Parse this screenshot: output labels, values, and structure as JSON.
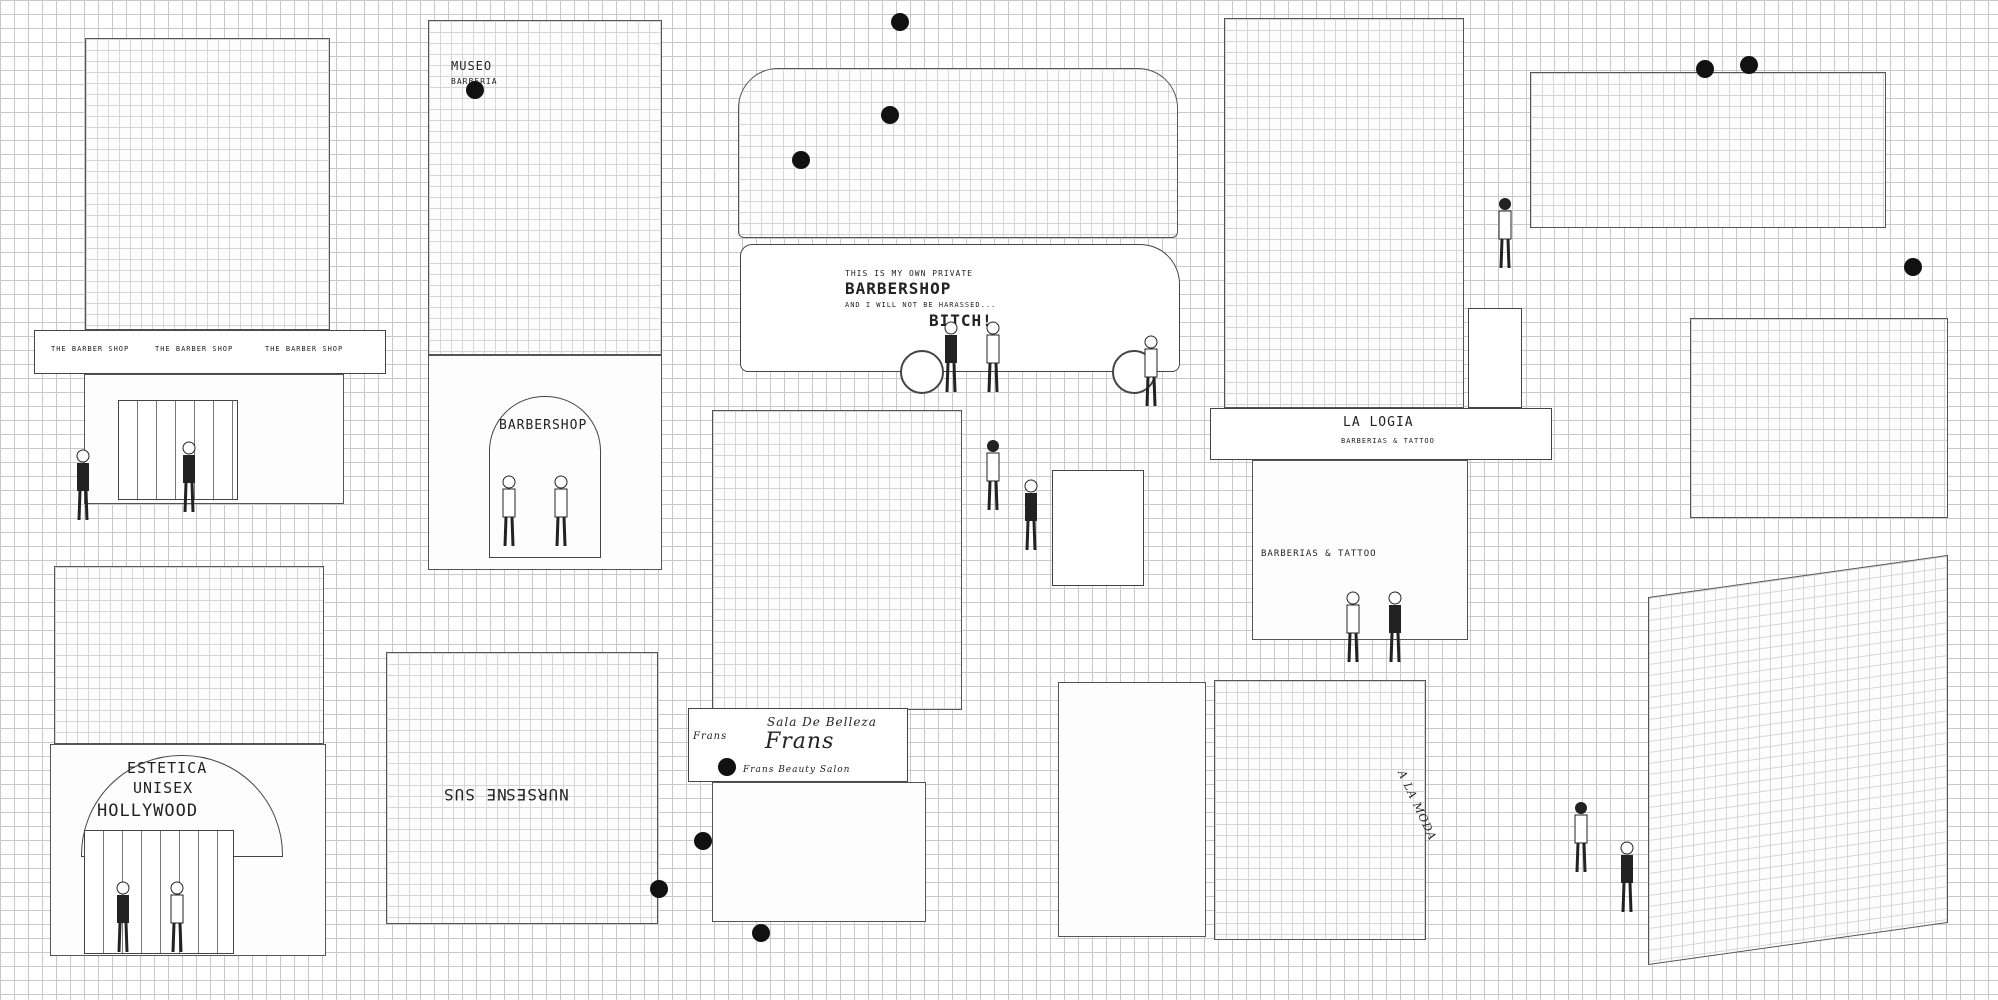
{
  "scene": {
    "colors": {
      "ink": "#222222",
      "grid": "#c8c8c8",
      "paper": "#ffffff",
      "marker": "#111111"
    }
  },
  "signs": {
    "the_barber_shop": "THE BARBER SHOP",
    "museo": "MUSEO",
    "barberia": "BARBERIA",
    "barbershop_arch": "BARBERSHOP",
    "van_line1": "THIS IS MY OWN PRIVATE",
    "van_line2": "BARBERSHOP",
    "van_line3": "AND I WILL NOT BE HARASSED...",
    "van_line4": "BITCH!",
    "la_logia": "LA LOGIA",
    "la_logia_sub": "BARBERIAS & TATTOO",
    "barberias_tattoo": "BARBERIAS & TATTOO",
    "estetica": "ESTETICA",
    "unisex": "UNISEX",
    "hollywood": "HOLLYWOOD",
    "sala_belleza": "Sala De Belleza",
    "frans": "Frans",
    "frans_small": "Frans",
    "frans_beauty": "Frans Beauty Salon",
    "rotated_nurses": "NURSES",
    "rotated_sub": "NE SUS",
    "side_script": "A LA MODA"
  }
}
